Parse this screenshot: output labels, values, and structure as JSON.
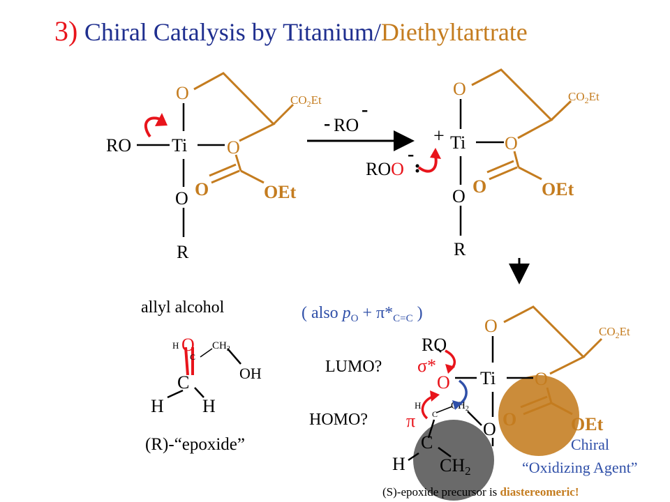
{
  "colors": {
    "title_number": "#e8141b",
    "title_text": "#1f2f8f",
    "brown": "#c47c1f",
    "red": "#e8141b",
    "black": "#000000",
    "blue": "#2f4fa8",
    "gray_ball": "#5a5a5a"
  },
  "title": {
    "number": "3)",
    "part1": "Chiral Catalysis by Titanium/",
    "part2": "Diethyltartrate"
  },
  "left": {
    "O_top": "O",
    "Ti": "Ti",
    "RO": "RO",
    "O_ring": "O",
    "O_bottom": "O",
    "R": "R",
    "co2et_main": "CO",
    "co2et_sub": "2",
    "co2et_tail": "Et",
    "ester_O": "O",
    "ester_OEt": "OEt"
  },
  "arrow": {
    "minus": "-",
    "label": "RO",
    "minus2": "-"
  },
  "right": {
    "O_top": "O",
    "Ti": "Ti",
    "plus": "+",
    "RO": "RO",
    "O_red": "O",
    "minus": "-",
    "O_ring": "O",
    "O_bottom": "O",
    "R": "R",
    "co2et_main": "CO",
    "co2et_sub": "2",
    "co2et_tail": "Et",
    "ester_O": "O",
    "ester_OEt": "OEt"
  },
  "allyl": {
    "label": "allyl alcohol",
    "O": "O",
    "H_small": "H",
    "C_small": "C",
    "ch2_main": "CH",
    "ch2_sub": "2",
    "OH": "OH",
    "C_big": "C",
    "H1": "H",
    "H2": "H",
    "epoxide": "(R)-“epoxide”"
  },
  "complex": {
    "also_prefix": "( also ",
    "p_sym": "p",
    "p_sub": "O",
    "plus": " + ",
    "pi_star": "π*",
    "cc_sub": "C=C",
    "close": " )",
    "LUMO": "LUMO?",
    "sigma_star": "σ*",
    "HOMO": "HOMO?",
    "pi": "π",
    "RO": "RO",
    "O_red": "O",
    "Ti": "Ti",
    "O_top": "O",
    "O_ring": "O",
    "O_bottom": "O",
    "co2et_main": "CO",
    "co2et_sub": "2",
    "co2et_tail": "Et",
    "ester_O": "O",
    "ester_OEt": "OEt",
    "H_small": "H",
    "C_small": "C",
    "ch2_small_main": "CH",
    "ch2_small_sub": "2",
    "C_big": "C",
    "H_big": "H",
    "ch2_big_main": "CH",
    "ch2_big_sub": "2",
    "chiral": "Chiral",
    "oxidizing": "“Oxidizing Agent”",
    "caption_black": "(S)-epoxide precursor  is ",
    "caption_brown": "diastereomeric!"
  }
}
